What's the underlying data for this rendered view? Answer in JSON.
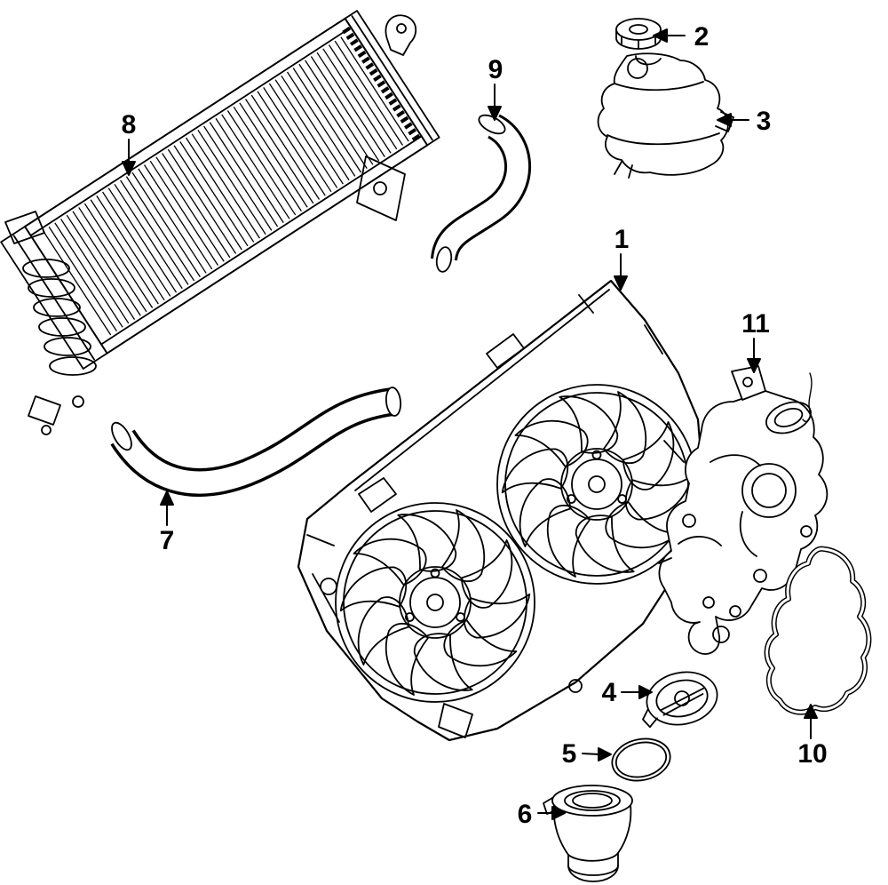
{
  "page": {
    "background_color": "#ffffff",
    "line_color": "#000000",
    "kind": "exploded-parts-diagram-cooling-system"
  },
  "callouts": [
    {
      "label": "1",
      "part": "fan-shroud-assembly"
    },
    {
      "label": "2",
      "part": "reservoir-cap"
    },
    {
      "label": "3",
      "part": "coolant-reservoir"
    },
    {
      "label": "4",
      "part": "thermostat"
    },
    {
      "label": "5",
      "part": "thermostat-o-ring"
    },
    {
      "label": "6",
      "part": "water-inlet-connector"
    },
    {
      "label": "7",
      "part": "lower-radiator-hose"
    },
    {
      "label": "8",
      "part": "radiator"
    },
    {
      "label": "9",
      "part": "upper-radiator-hose"
    },
    {
      "label": "10",
      "part": "water-pump-gasket"
    },
    {
      "label": "11",
      "part": "thermostat-housing"
    }
  ]
}
